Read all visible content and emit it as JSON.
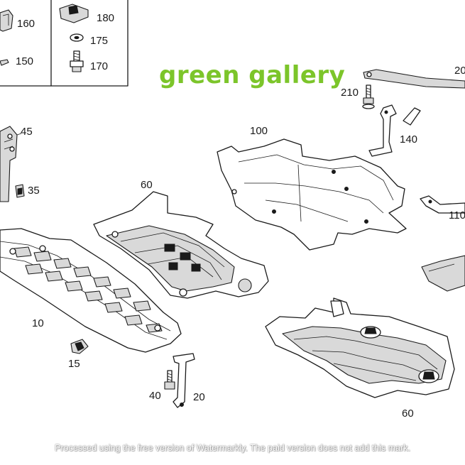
{
  "diagram": {
    "parts": {
      "p10": "10",
      "p15": "15",
      "p20": "20",
      "p35": "35",
      "p40": "40",
      "p45": "45",
      "p60a": "60",
      "p60b": "60",
      "p100": "100",
      "p110": "110",
      "p140": "140",
      "p150": "150",
      "p160": "160",
      "p170": "170",
      "p175": "175",
      "p180": "180",
      "p200": "20",
      "p210": "210"
    }
  },
  "watermark": {
    "brand": "green gallery",
    "brand_color": "#7cc52a",
    "footer": "Processed using the free version of Watermarkly. The paid version does not add this mark."
  }
}
